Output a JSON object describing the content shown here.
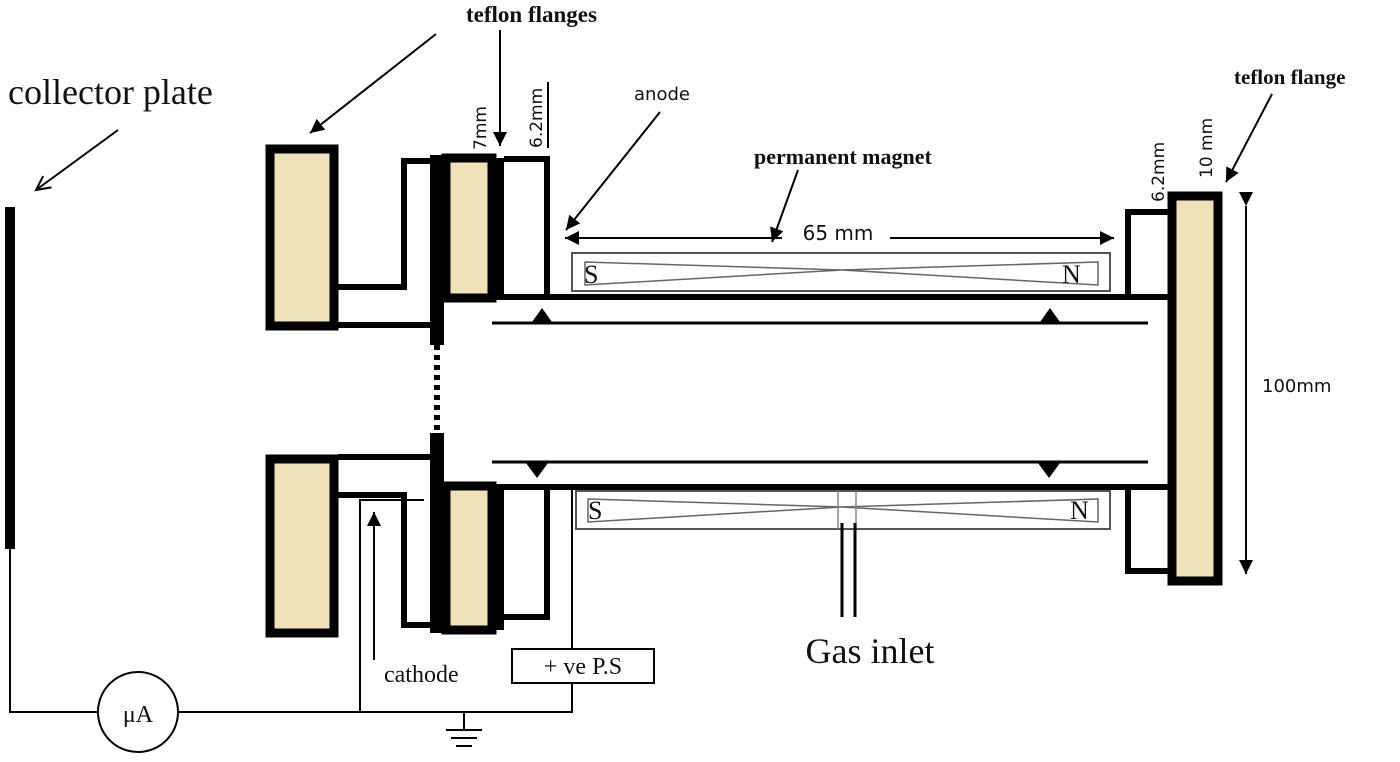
{
  "labels": {
    "collector_plate": "collector plate",
    "teflon_flanges": "teflon flanges",
    "teflon_flange": "teflon flange",
    "anode": "anode",
    "permanent_magnet": "permanent magnet",
    "dim_65mm": "65 mm",
    "dim_100mm": "100mm",
    "dim_7mm": "7mm",
    "dim_6_2mm_left": "6.2mm",
    "dim_6_2mm_right": "6.2mm",
    "dim_10mm": "10 mm",
    "cathode": "cathode",
    "power_supply": "+ ve P.S",
    "gas_inlet": "Gas inlet",
    "microammeter": "μA",
    "magnet_south_top": "S",
    "magnet_north_top": "N",
    "magnet_south_bottom": "S",
    "magnet_north_bottom": "N"
  },
  "colors": {
    "flange_fill": "#efe2b8",
    "line": "#000000"
  }
}
